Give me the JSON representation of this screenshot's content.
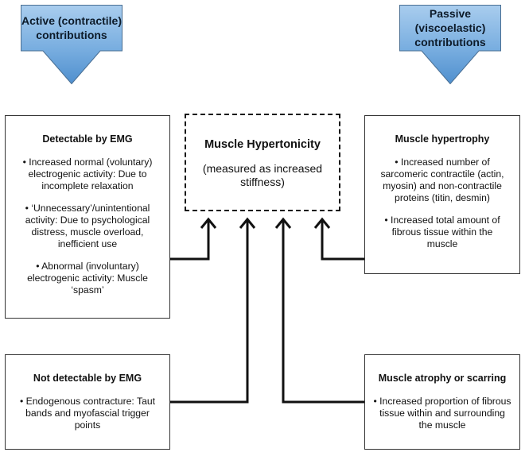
{
  "arrows": {
    "active": "Active (contractile) contributions",
    "passive": "Passive (viscoelastic) contributions"
  },
  "center": {
    "title": "Muscle Hypertonicity",
    "subtitle": "(measured as increased stiffness)"
  },
  "boxes": {
    "emg_detectable": {
      "title": "Detectable by EMG",
      "items": [
        "• Increased normal (voluntary) electrogenic activity: Due to incomplete relaxation",
        "• ‘Unnecessary’/unintentional activity: Due to psychological distress, muscle overload, inefficient use",
        "• Abnormal (involuntary) electrogenic activity: Muscle ‘spasm’"
      ]
    },
    "emg_not_detectable": {
      "title": "Not detectable by EMG",
      "items": [
        "• Endogenous contracture: Taut bands and myofascial trigger points"
      ]
    },
    "hypertrophy": {
      "title": "Muscle hypertrophy",
      "items": [
        "• Increased number of sarcomeric contractile (actin, myosin) and non-contractile proteins (titin, desmin)",
        "• Increased total amount of fibrous tissue within the muscle"
      ]
    },
    "atrophy": {
      "title": "Muscle atrophy or scarring",
      "items": [
        "• Increased proportion of fibrous tissue within and surrounding the muscle"
      ]
    }
  }
}
